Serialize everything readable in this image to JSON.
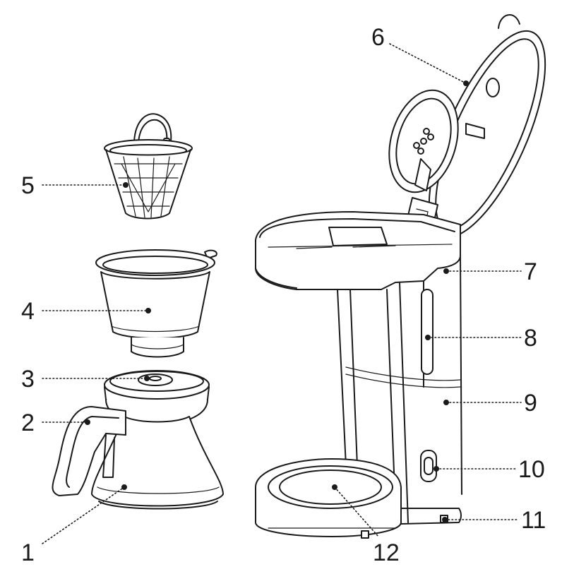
{
  "callouts": [
    {
      "id": "1",
      "label": "1"
    },
    {
      "id": "2",
      "label": "2"
    },
    {
      "id": "3",
      "label": "3"
    },
    {
      "id": "4",
      "label": "4"
    },
    {
      "id": "5",
      "label": "5"
    },
    {
      "id": "6",
      "label": "6"
    },
    {
      "id": "7",
      "label": "7"
    },
    {
      "id": "8",
      "label": "8"
    },
    {
      "id": "9",
      "label": "9"
    },
    {
      "id": "10",
      "label": "10"
    },
    {
      "id": "11",
      "label": "11"
    },
    {
      "id": "12",
      "label": "12"
    }
  ],
  "colors": {
    "ink": "#1a1a1a",
    "paper": "#ffffff"
  }
}
